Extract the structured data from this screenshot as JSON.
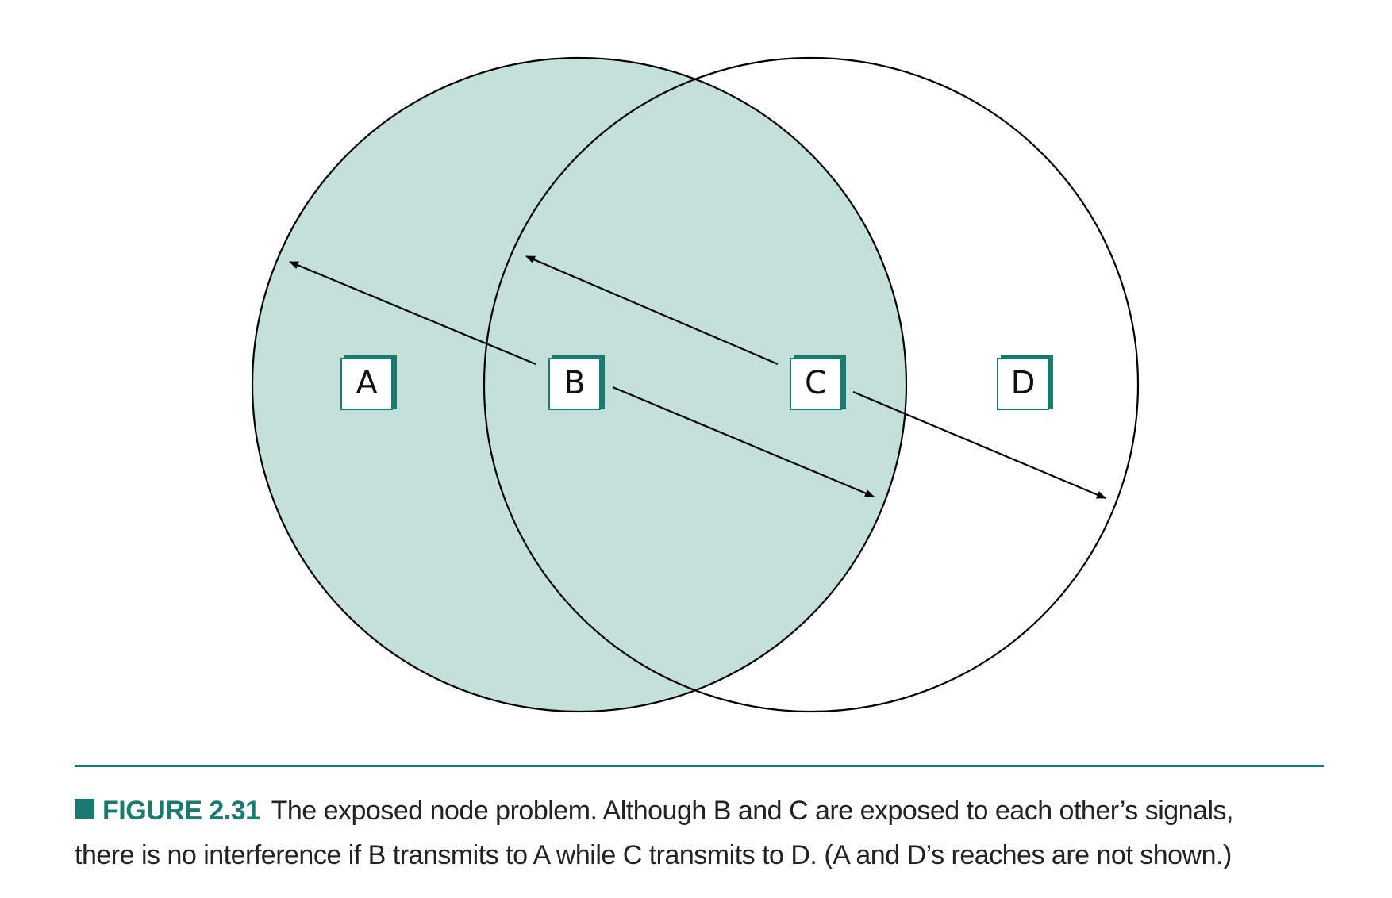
{
  "nodes": [
    {
      "id": "A",
      "label": "A"
    },
    {
      "id": "B",
      "label": "B"
    },
    {
      "id": "C",
      "label": "C"
    },
    {
      "id": "D",
      "label": "D"
    }
  ],
  "caption": {
    "label": "FIGURE 2.31",
    "text": "The exposed node problem. Although B and C are exposed to each other’s signals, there is no interference if B transmits to A while C transmits to D. (A and D’s reaches are not shown.)"
  },
  "colors": {
    "accent": "#1a7a70",
    "range_fill": "#c3e0da",
    "node_border": "#1a7a70"
  }
}
